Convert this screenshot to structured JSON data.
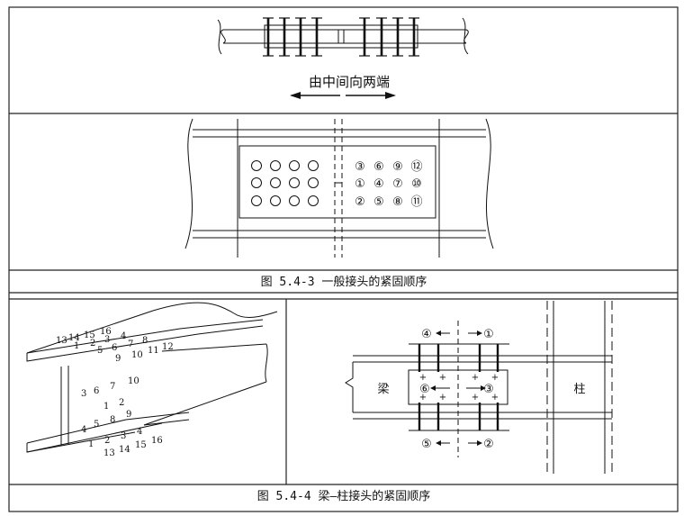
{
  "top_panel": {
    "direction_text": "由中间向两端"
  },
  "fig_543": {
    "caption": "图 5.4-3 一般接头的紧固顺序",
    "bolt_labels": [
      [
        "③",
        "⑥",
        "⑨",
        "⑫"
      ],
      [
        "①",
        "④",
        "⑦",
        "⑩"
      ],
      [
        "②",
        "⑤",
        "⑧",
        "⑪"
      ]
    ]
  },
  "fig_544": {
    "caption": "图 5.4-4 梁—柱接头的紧固顺序",
    "beam_label": "梁",
    "column_label": "柱",
    "order_labels": {
      "top_left": "④",
      "top_right": "①",
      "mid_left": "⑥",
      "mid_right": "③",
      "bot_left": "⑤",
      "bot_right": "②"
    },
    "iso_top_flange_far": [
      "13",
      "14",
      "15",
      "16"
    ],
    "iso_top_flange_mid": [
      "1",
      "2",
      "3",
      "4"
    ],
    "iso_top_flange_near": [
      "5",
      "6",
      "7",
      "8"
    ],
    "iso_top_flange_front": [
      "9",
      "10",
      "11",
      "12"
    ],
    "iso_web": [
      [
        "3",
        "6",
        "7",
        "10"
      ],
      [
        "1",
        "2"
      ],
      [
        "4",
        "5",
        "8",
        "9"
      ]
    ],
    "iso_bot_flange_back": [
      "1",
      "2",
      "3",
      "4"
    ],
    "iso_bot_flange_front": [
      "13",
      "14",
      "15",
      "16"
    ]
  }
}
